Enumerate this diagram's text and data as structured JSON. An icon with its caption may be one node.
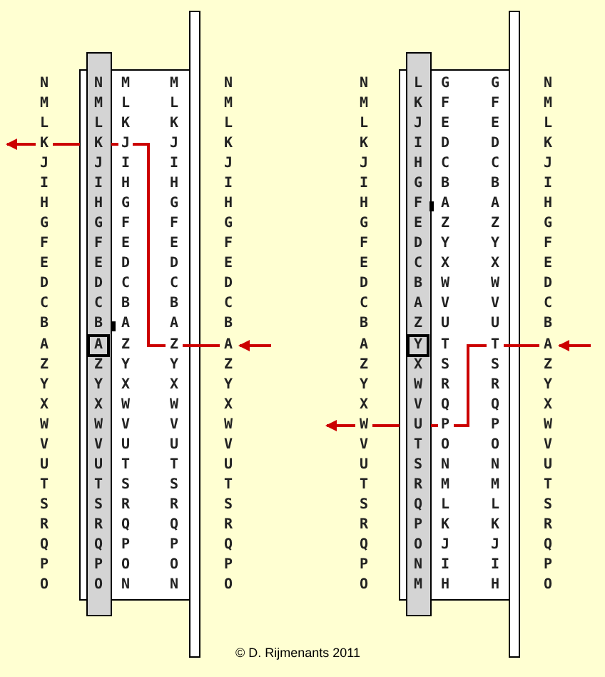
{
  "diagram": {
    "caption": "© D. Rijmenants 2011",
    "labels": [
      "N",
      "N",
      "M",
      "M",
      "N",
      "N",
      "L",
      "G",
      "G",
      "N",
      "M",
      "M",
      "L",
      "L",
      "M",
      "M",
      "K",
      "F",
      "F",
      "M",
      "L",
      "L",
      "K",
      "K",
      "L",
      "L",
      "J",
      "E",
      "E",
      "L",
      "K",
      "K",
      "J",
      "J",
      "K",
      "K",
      "I",
      "D",
      "D",
      "K",
      "J",
      "J",
      "I",
      "I",
      "J",
      "J",
      "H",
      "C",
      "C",
      "J",
      "I",
      "I",
      "H",
      "H",
      "I",
      "I",
      "G",
      "B",
      "B",
      "I",
      "H",
      "H",
      "G",
      "G",
      "H",
      "H",
      "F",
      "A",
      "A",
      "H",
      "G",
      "G",
      "F",
      "F",
      "G",
      "G",
      "E",
      "Z",
      "Z",
      "G",
      "F",
      "F",
      "E",
      "E",
      "F",
      "F",
      "D",
      "Y",
      "Y",
      "F",
      "E",
      "E",
      "D",
      "D",
      "E",
      "E",
      "C",
      "X",
      "X",
      "E",
      "D",
      "D",
      "C",
      "C",
      "D",
      "D",
      "B",
      "W",
      "W",
      "D",
      "C",
      "C",
      "B",
      "B",
      "C",
      "C",
      "A",
      "V",
      "V",
      "C",
      "B",
      "B",
      "A",
      "A",
      "B",
      "B",
      "Z",
      "U",
      "U",
      "B",
      "A",
      "A",
      "Z",
      "Z",
      "A",
      "A",
      "Y",
      "T",
      "T",
      "A",
      "Z",
      "Z",
      "Y",
      "Y",
      "Z",
      "Z",
      "X",
      "S",
      "S",
      "Z",
      "Y",
      "Y",
      "X",
      "X",
      "Y",
      "Y",
      "W",
      "R",
      "R",
      "Y",
      "X",
      "X",
      "W",
      "W",
      "X",
      "X",
      "V",
      "Q",
      "Q",
      "X",
      "W",
      "W",
      "V",
      "V",
      "W",
      "W",
      "U",
      "P",
      "P",
      "W",
      "V",
      "V",
      "U",
      "U",
      "V",
      "V",
      "T",
      "O",
      "O",
      "V",
      "U",
      "U",
      "T",
      "T",
      "U",
      "U",
      "S",
      "N",
      "N",
      "U",
      "T",
      "T",
      "S",
      "S",
      "T",
      "T",
      "R",
      "M",
      "M",
      "T",
      "S",
      "S",
      "R",
      "R",
      "S",
      "S",
      "Q",
      "L",
      "L",
      "S",
      "R",
      "R",
      "Q",
      "Q",
      "R",
      "R",
      "P",
      "K",
      "K",
      "R",
      "Q",
      "Q",
      "P",
      "P",
      "Q",
      "Q",
      "O",
      "J",
      "J",
      "Q",
      "P",
      "P",
      "O",
      "O",
      "P",
      "P",
      "N",
      "I",
      "I",
      "P",
      "O",
      "O",
      "N",
      "N",
      "O",
      "O",
      "M",
      "H",
      "H",
      "O"
    ]
  }
}
